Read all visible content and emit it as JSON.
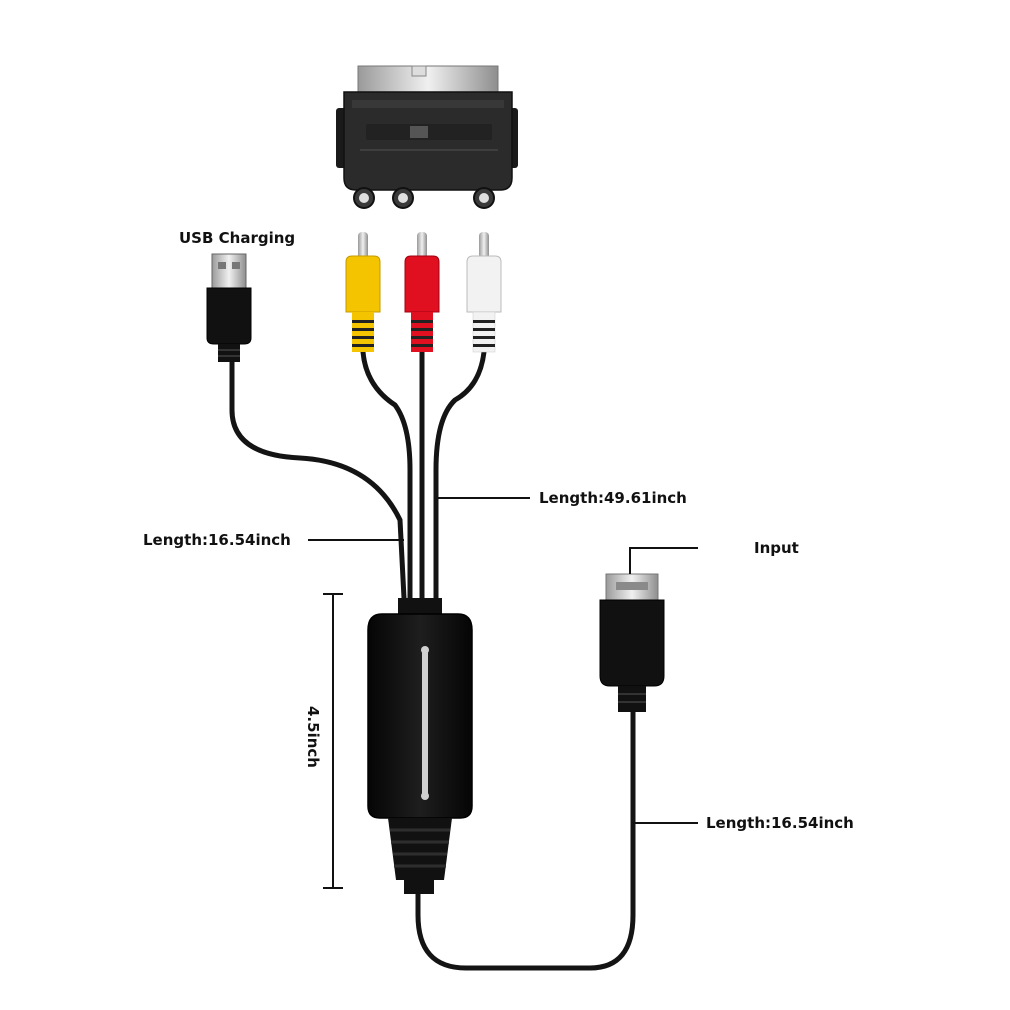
{
  "labels": {
    "usb_charging": "USB Charging",
    "length_rca": "Length:49.61inch",
    "length_usb": "Length:16.54inch",
    "input": "Input",
    "box_height": "4.5inch",
    "length_hdmi": "Length:16.54inch"
  },
  "colors": {
    "cable": "#141414",
    "yellow_plug": "#f5c400",
    "red_plug": "#e01020",
    "white_plug": "#f2f2f2",
    "metal": "#c9c9c9",
    "body": "#0c0c0c"
  }
}
